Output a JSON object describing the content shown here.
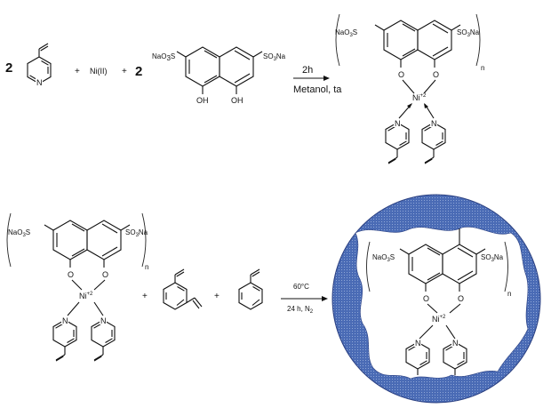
{
  "reaction1": {
    "coef_vinylpyridine": "2",
    "plus": "+",
    "nickel": "Ni(II)",
    "coef_naphthalene": "2",
    "arrow_above": "2h",
    "arrow_below": "Metanol, ta"
  },
  "reaction2": {
    "plus": "+",
    "arrow_above": "60°C",
    "arrow_below": "24 h, N",
    "arrow_below_sub": "2"
  },
  "labels": {
    "nao3s": "NaO",
    "nao3s_sub": "3",
    "nao3s_tail": "S",
    "so3na": "SO",
    "so3na_sub": "3",
    "so3na_tail": "Na",
    "oh": "OH",
    "o": "O",
    "n": "N",
    "ni": "Ni",
    "ni_charge": "+2",
    "repeat": "n"
  },
  "colors": {
    "polymer_fill": "#4a6bb5",
    "bond": "#111111"
  }
}
